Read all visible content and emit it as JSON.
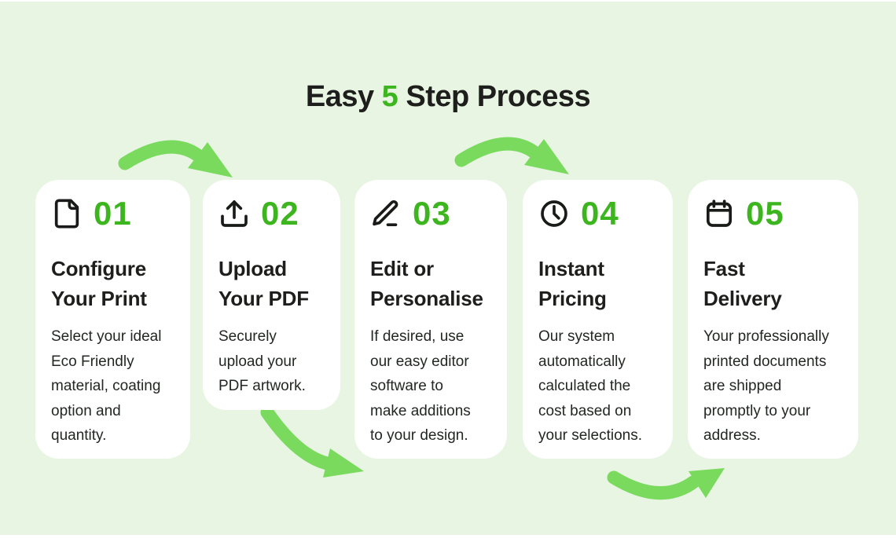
{
  "page": {
    "panel_color": "#e8f5e2",
    "accent_green": "#3cb51e",
    "arrow_green": "#79da5e",
    "text_dark": "#1e1f1d",
    "card_color": "#ffffff"
  },
  "title": {
    "prefix": "Easy ",
    "highlight": "5",
    "suffix": " Step Process"
  },
  "steps": [
    {
      "number": "01",
      "icon": "file-icon",
      "title": "Configure\nYour Print",
      "description": "Select your ideal\nEco Friendly\nmaterial, coating\noption and\nquantity."
    },
    {
      "number": "02",
      "icon": "upload-icon",
      "title": "Upload\nYour PDF",
      "description": "Securely\nupload your\nPDF artwork."
    },
    {
      "number": "03",
      "icon": "pen-icon",
      "title": "Edit or\nPersonalise",
      "description": "If desired, use\nour easy editor\nsoftware to\nmake additions\nto your design."
    },
    {
      "number": "04",
      "icon": "clock-icon",
      "title": "Instant\nPricing",
      "description": "Our system\nautomatically\ncalculated the\ncost based on\nyour selections."
    },
    {
      "number": "05",
      "icon": "calendar-icon",
      "title": "Fast\nDelivery",
      "description": "Your professionally\nprinted documents\nare shipped\npromptly to your\naddress."
    }
  ]
}
